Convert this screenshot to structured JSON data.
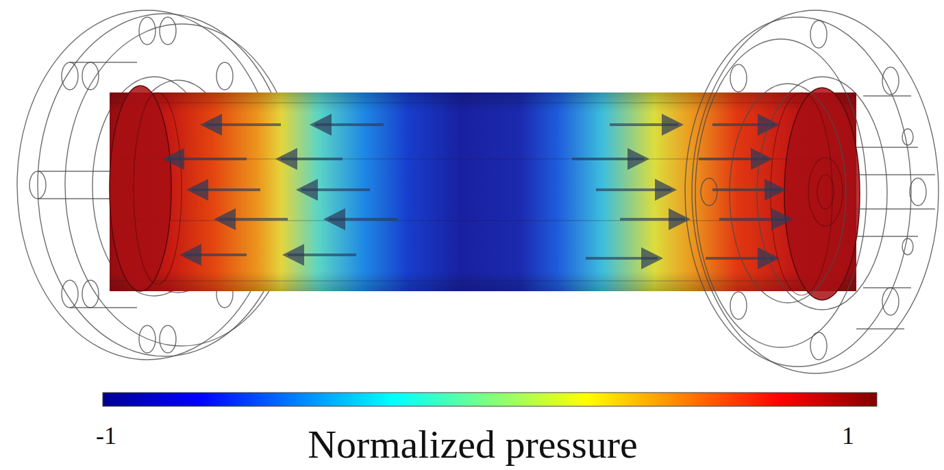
{
  "diagram": {
    "labels": [
      "-1",
      "Normalized pressure",
      "1"
    ]
  }
}
